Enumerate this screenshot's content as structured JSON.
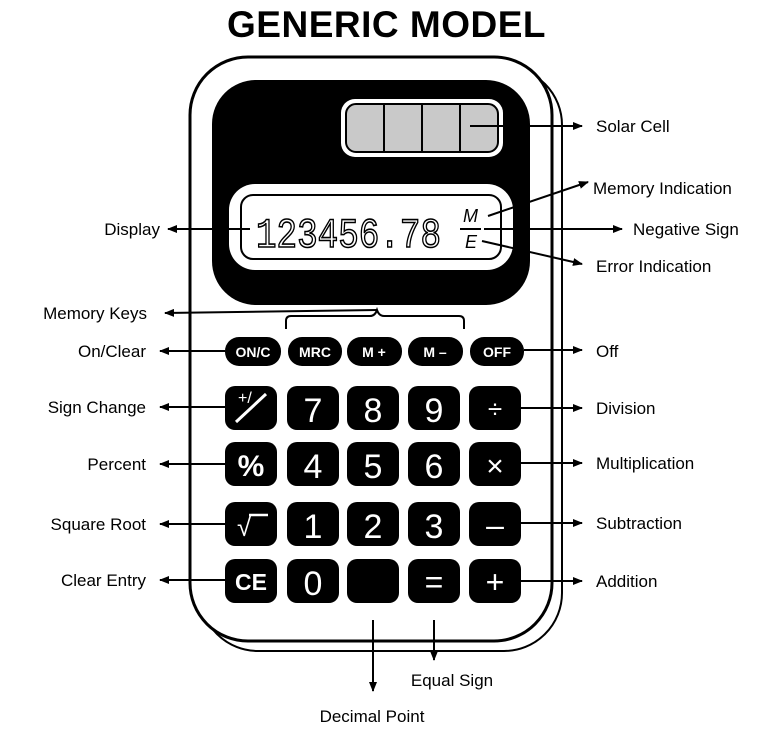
{
  "title": "GENERIC MODEL",
  "display": {
    "digits": "123456.78",
    "memory_flag": "M",
    "error_flag": "E"
  },
  "keys": {
    "on_clear": "ON/C",
    "mrc": "MRC",
    "m_plus": "M +",
    "m_minus": "M –",
    "off": "OFF",
    "sign_change": "+/",
    "seven": "7",
    "eight": "8",
    "nine": "9",
    "divide": "÷",
    "percent": "%",
    "four": "4",
    "five": "5",
    "six": "6",
    "multiply": "×",
    "sqrt": "√",
    "one": "1",
    "two": "2",
    "three": "3",
    "subtract": "–",
    "ce": "CE",
    "zero": "0",
    "decimal": "",
    "equals": "=",
    "add": "+"
  },
  "labels": {
    "solar_cell": "Solar Cell",
    "memory_indication": "Memory Indication",
    "negative_sign": "Negative Sign",
    "error_indication": "Error Indication",
    "display": "Display",
    "memory_keys": "Memory Keys",
    "on_clear": "On/Clear",
    "off": "Off",
    "sign_change": "Sign Change",
    "division": "Division",
    "percent": "Percent",
    "multiplication": "Multiplication",
    "square_root": "Square Root",
    "subtraction": "Subtraction",
    "clear_entry": "Clear Entry",
    "addition": "Addition",
    "equal_sign": "Equal Sign",
    "decimal_point": "Decimal Point"
  }
}
